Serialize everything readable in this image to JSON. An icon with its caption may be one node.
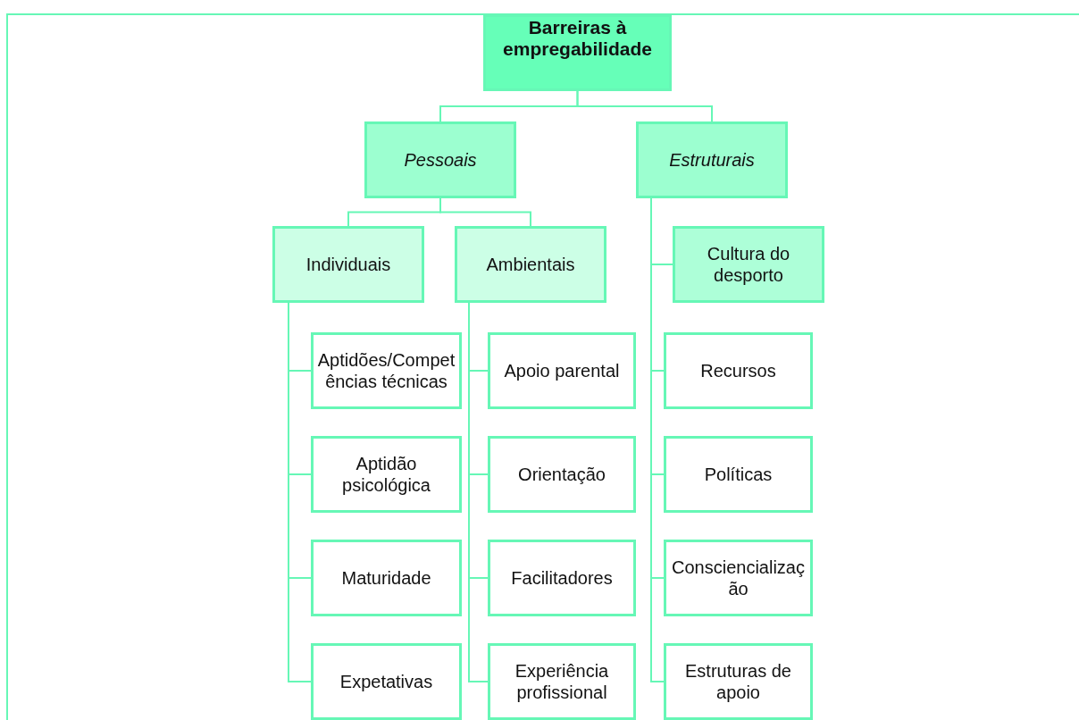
{
  "diagram": {
    "nodes": [
      {
        "text": [
          "Barreiras à empregabilidade"
        ]
      },
      {
        "text": [
          "Pessoais"
        ]
      },
      {
        "text": [
          "Estruturais"
        ]
      },
      {
        "text": [
          "Individuais"
        ]
      },
      {
        "text": [
          "Ambientais"
        ]
      },
      {
        "text": [
          "Cultura do desporto"
        ]
      },
      {
        "text": [
          "Aptidões/Competências técnicas"
        ]
      },
      {
        "text": [
          "Apoio parental"
        ]
      },
      {
        "text": [
          "Recursos"
        ]
      },
      {
        "text": [
          "Aptidão psicológica"
        ]
      },
      {
        "text": [
          "Orientação"
        ]
      },
      {
        "text": [
          "Políticas"
        ]
      },
      {
        "text": [
          "Maturidade"
        ]
      },
      {
        "text": [
          "Facilitadores"
        ]
      },
      {
        "text": [
          "Consciencialização"
        ]
      },
      {
        "text": [
          "Expetativas"
        ]
      },
      {
        "text": [
          "Experiência profissional"
        ]
      },
      {
        "text": [
          "Estruturas de apoio"
        ]
      }
    ],
    "edges": [
      {
        "from": 0,
        "to": 1,
        "arrow": "none"
      },
      {
        "from": 0,
        "to": 2,
        "arrow": "none"
      },
      {
        "from": 1,
        "to": 3,
        "arrow": "none"
      },
      {
        "from": 1,
        "to": 4,
        "arrow": "none"
      },
      {
        "from": 3,
        "to": 6,
        "arrow": "none"
      },
      {
        "from": 3,
        "to": 9,
        "arrow": "none"
      },
      {
        "from": 3,
        "to": 12,
        "arrow": "none"
      },
      {
        "from": 3,
        "to": 15,
        "arrow": "none"
      },
      {
        "from": 4,
        "to": 7,
        "arrow": "none"
      },
      {
        "from": 4,
        "to": 10,
        "arrow": "none"
      },
      {
        "from": 4,
        "to": 13,
        "arrow": "none"
      },
      {
        "from": 4,
        "to": 16,
        "arrow": "none"
      },
      {
        "from": 2,
        "to": 5,
        "arrow": "none"
      },
      {
        "from": 2,
        "to": 8,
        "arrow": "none"
      },
      {
        "from": 2,
        "to": 11,
        "arrow": "none"
      },
      {
        "from": 2,
        "to": 14,
        "arrow": "none"
      },
      {
        "from": 2,
        "to": 17,
        "arrow": "none"
      }
    ]
  }
}
